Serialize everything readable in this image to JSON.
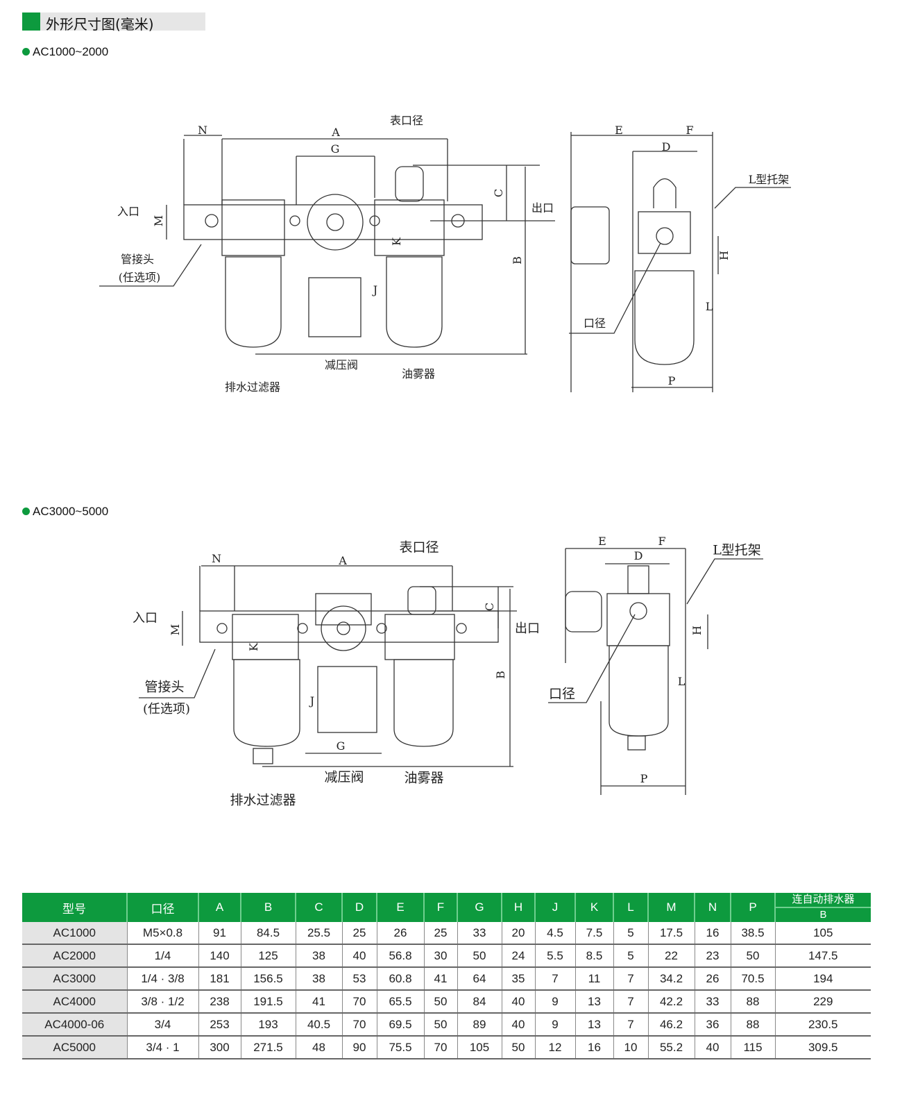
{
  "title": "外形尺寸图(毫米)",
  "sections": [
    {
      "label": "AC1000~2000",
      "labels": {
        "N": "N",
        "A": "A",
        "G": "G",
        "gauge_port": "表口径",
        "C": "C",
        "outlet": "出口",
        "B": "B",
        "inlet": "入口",
        "M": "M",
        "fitting": "管接头",
        "optional": "(任选项)",
        "K": "K",
        "J": "J",
        "regulator": "减压阀",
        "lubricator": "油雾器",
        "filter": "排水过滤器",
        "E": "E",
        "F": "F",
        "D": "D",
        "bracket": "L型托架",
        "H": "H",
        "L": "L",
        "port": "口径",
        "P": "P"
      }
    },
    {
      "label": "AC3000~5000",
      "labels": {
        "N": "N",
        "A": "A",
        "G": "G",
        "gauge_port": "表口径",
        "C": "C",
        "outlet": "出口",
        "B": "B",
        "inlet": "入口",
        "M": "M",
        "fitting": "管接头",
        "optional": "(任选项)",
        "K": "K",
        "J": "J",
        "regulator": "减压阀",
        "lubricator": "油雾器",
        "filter": "排水过滤器",
        "E": "E",
        "F": "F",
        "D": "D",
        "bracket": "L型托架",
        "H": "H",
        "L": "L",
        "port": "口径",
        "P": "P"
      }
    }
  ],
  "table": {
    "headers": [
      "型号",
      "口径",
      "A",
      "B",
      "C",
      "D",
      "E",
      "F",
      "G",
      "H",
      "J",
      "K",
      "L",
      "M",
      "N",
      "P"
    ],
    "auto_drain_header": "连自动排水器",
    "auto_drain_sub": "B",
    "rows": [
      [
        "AC1000",
        "M5×0.8",
        "91",
        "84.5",
        "25.5",
        "25",
        "26",
        "25",
        "33",
        "20",
        "4.5",
        "7.5",
        "5",
        "17.5",
        "16",
        "38.5",
        "105"
      ],
      [
        "AC2000",
        "1/4",
        "140",
        "125",
        "38",
        "40",
        "56.8",
        "30",
        "50",
        "24",
        "5.5",
        "8.5",
        "5",
        "22",
        "23",
        "50",
        "147.5"
      ],
      [
        "AC3000",
        "1/4 · 3/8",
        "181",
        "156.5",
        "38",
        "53",
        "60.8",
        "41",
        "64",
        "35",
        "7",
        "11",
        "7",
        "34.2",
        "26",
        "70.5",
        "194"
      ],
      [
        "AC4000",
        "3/8 · 1/2",
        "238",
        "191.5",
        "41",
        "70",
        "65.5",
        "50",
        "84",
        "40",
        "9",
        "13",
        "7",
        "42.2",
        "33",
        "88",
        "229"
      ],
      [
        "AC4000-06",
        "3/4",
        "253",
        "193",
        "40.5",
        "70",
        "69.5",
        "50",
        "89",
        "40",
        "9",
        "13",
        "7",
        "46.2",
        "36",
        "88",
        "230.5"
      ],
      [
        "AC5000",
        "3/4 · 1",
        "300",
        "271.5",
        "48",
        "90",
        "75.5",
        "70",
        "105",
        "50",
        "12",
        "16",
        "10",
        "55.2",
        "40",
        "115",
        "309.5"
      ]
    ]
  },
  "colors": {
    "accent": "#0d9a3e"
  }
}
